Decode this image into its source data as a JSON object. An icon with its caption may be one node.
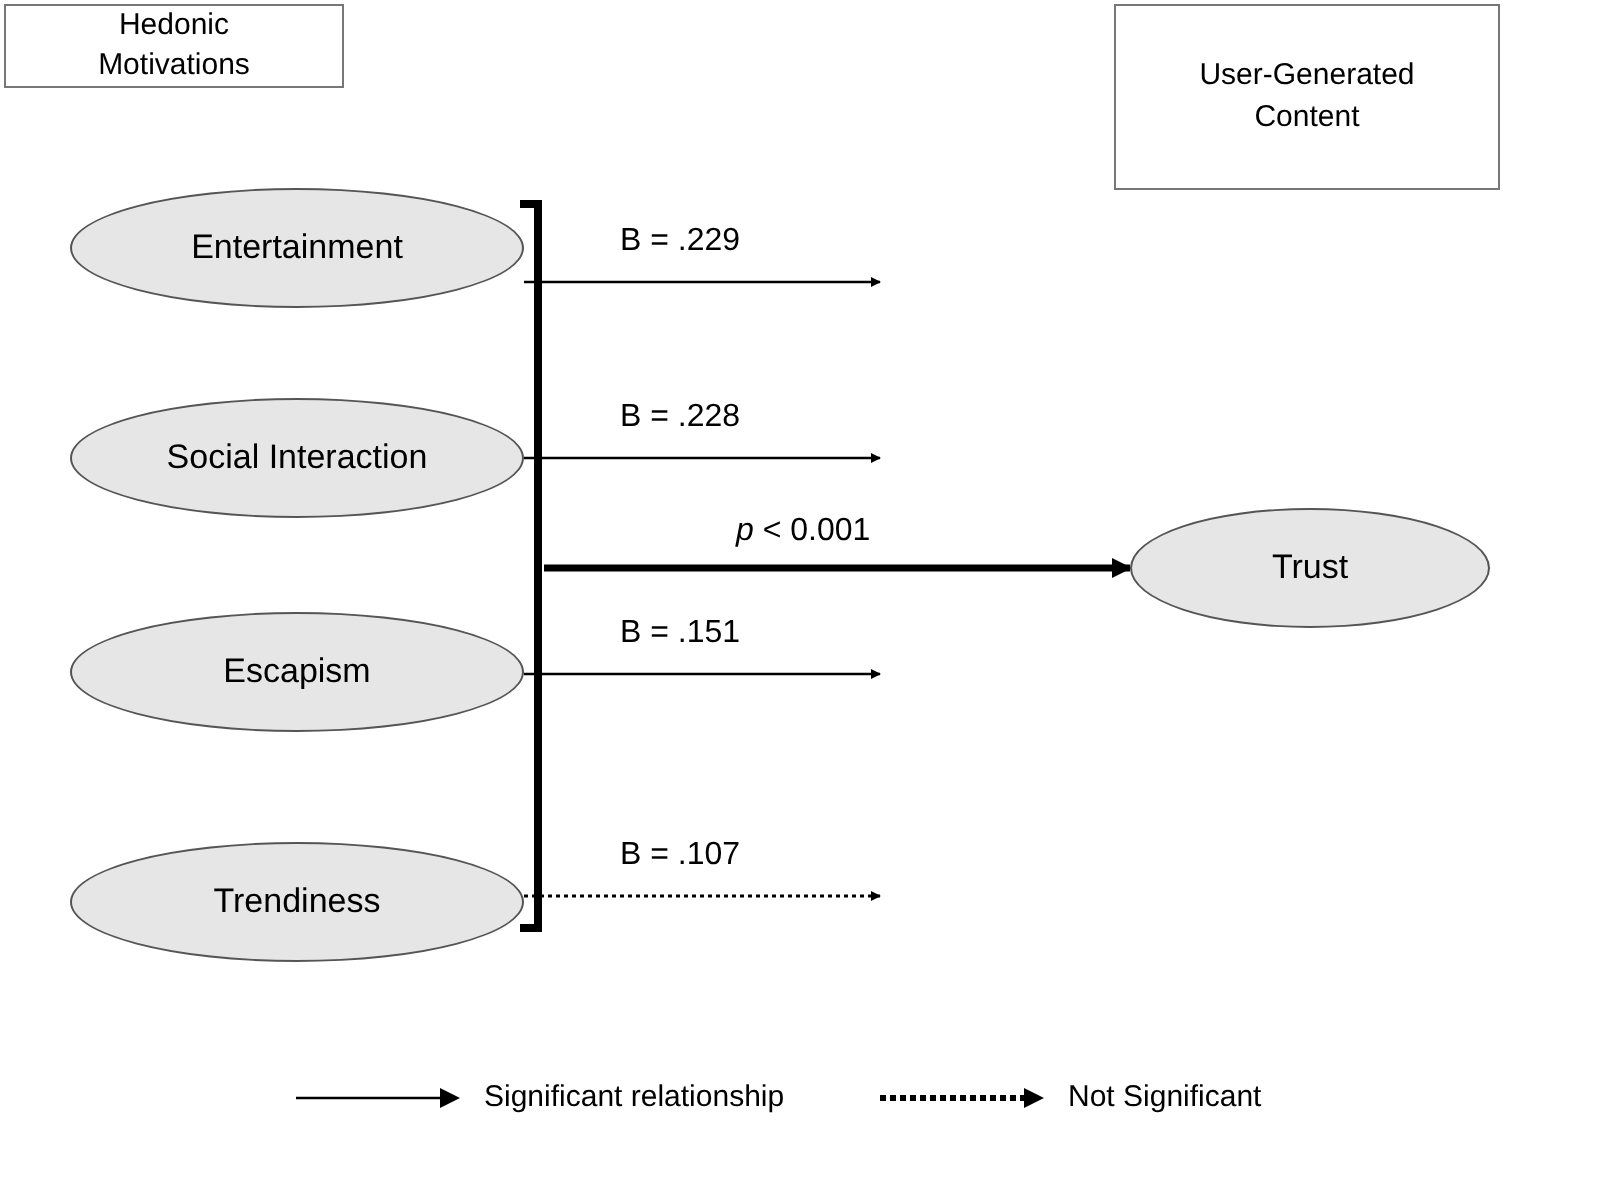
{
  "diagram": {
    "nodes": [
      {
        "text": [
          "Hedonic Motivations"
        ]
      },
      {
        "text": [
          "User-Generated Content"
        ]
      },
      {
        "text": [
          "Entertainment"
        ]
      },
      {
        "text": [
          "Social Interaction"
        ]
      },
      {
        "text": [
          "Escapism"
        ]
      },
      {
        "text": [
          "Trendiness"
        ]
      },
      {
        "text": [],
        "shape": "bracket"
      },
      {
        "text": [
          "Trust"
        ]
      }
    ],
    "edges": [
      {
        "from": 2,
        "to": null,
        "arrow": "to",
        "label": "B = .229"
      },
      {
        "from": 3,
        "to": null,
        "arrow": "to",
        "label": "B = .228"
      },
      {
        "from": 4,
        "to": null,
        "arrow": "to",
        "label": "B = .151"
      },
      {
        "from": 5,
        "to": null,
        "arrow": "to",
        "label": "B = .107",
        "style": "dashed"
      },
      {
        "from": 6,
        "to": 7,
        "arrow": "to",
        "label": "*p* < 0.001",
        "style": "thick"
      }
    ],
    "legend": [
      {
        "text": "Significant relationship"
      },
      {
        "text": "Not Significant"
      }
    ]
  }
}
